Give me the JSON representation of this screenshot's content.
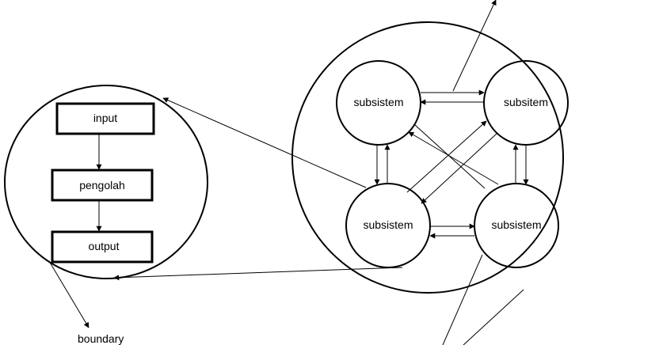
{
  "labels": {
    "input": "input",
    "process": "pengolah",
    "output": "output",
    "boundary": "boundary",
    "subsystem_tl": "subsistem",
    "subsystem_tr": "subsitem",
    "subsystem_bl": "subsistem",
    "subsystem_br": "subsistem"
  }
}
